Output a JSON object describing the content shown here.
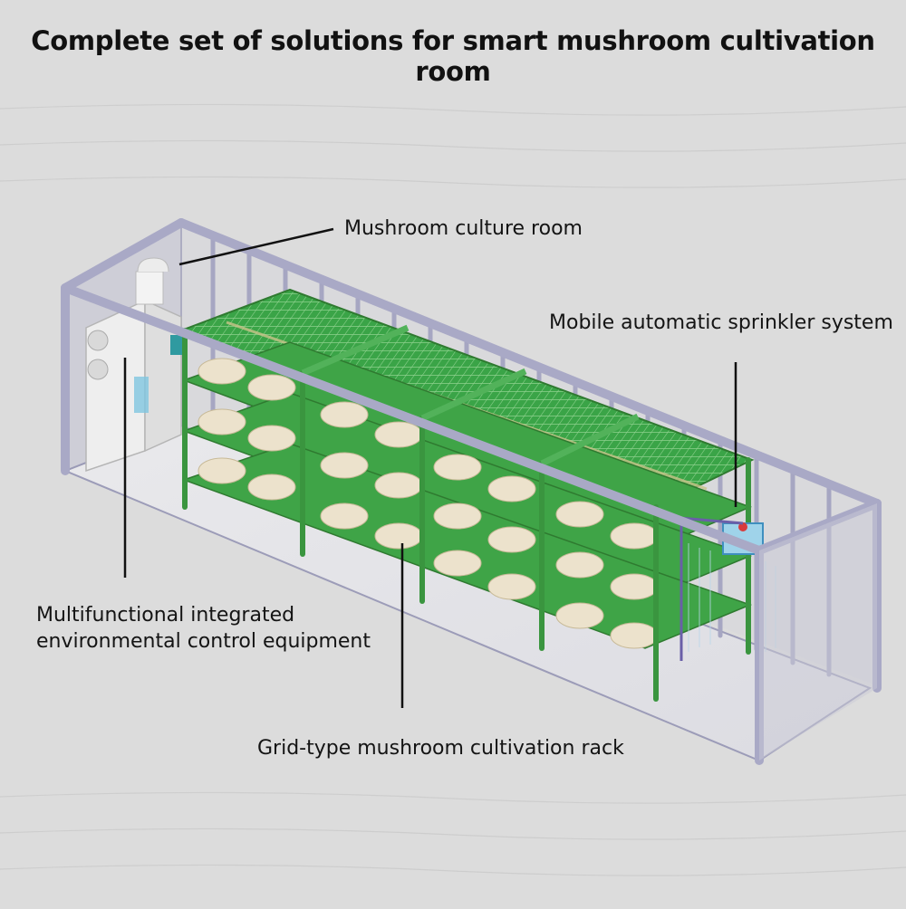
{
  "title": "Complete set of solutions for smart mushroom cultivation room",
  "labels": {
    "culture_room": "Mushroom culture room",
    "sprinkler": "Mobile automatic sprinkler system",
    "env_line1": "Multifunctional integrated",
    "env_line2": "environmental control equipment",
    "rack": "Grid-type mushroom cultivation rack"
  },
  "colors": {
    "background": "#dcdcdc",
    "container_frame": "#a9a9c6",
    "rack_green": "#3f9a3f",
    "grid_green": "#3fae4a",
    "mushroom": "#ece2cc",
    "equipment": "#eaeaea",
    "sprinkler_blue": "#4aa6d8"
  }
}
